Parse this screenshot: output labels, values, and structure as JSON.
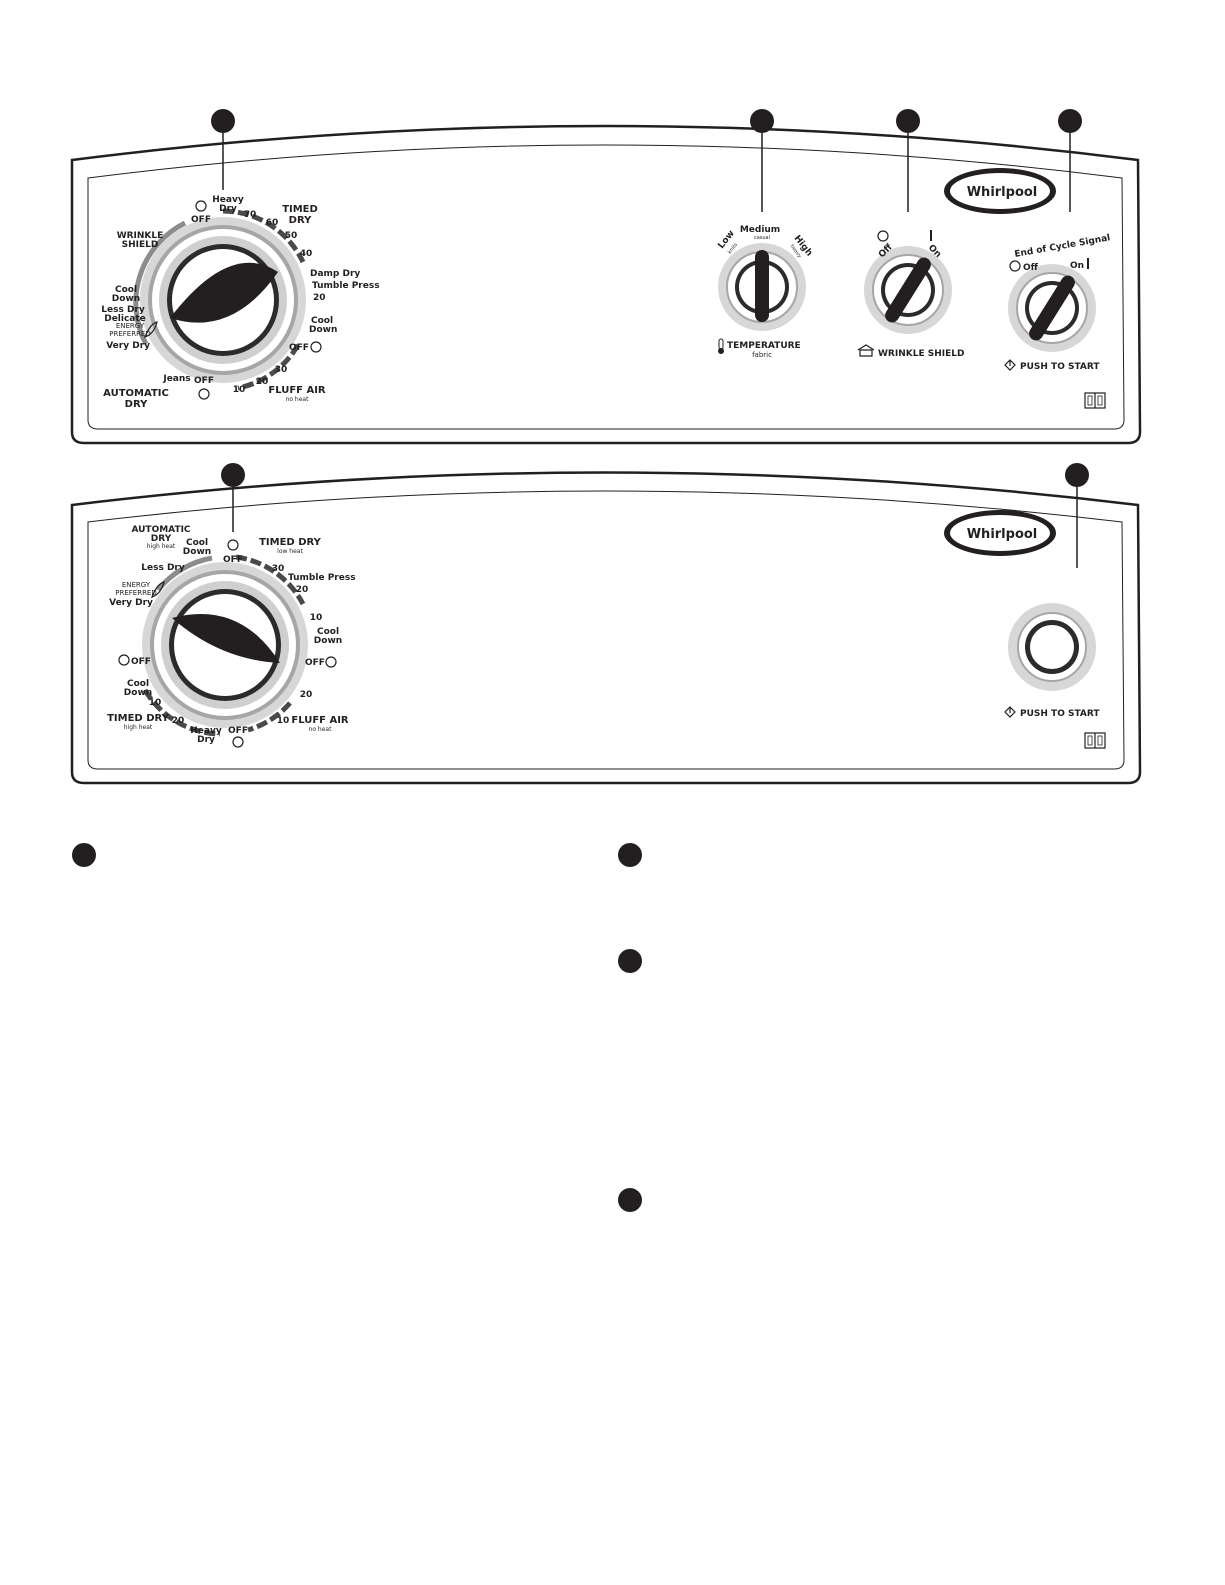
{
  "colors": {
    "ink": "#231f20",
    "ring_light": "#d7d7d7",
    "ring_mid": "#a6a6a6",
    "ring_dark": "#3c3c3c",
    "band": "#5a5a5a",
    "paper": "#ffffff"
  },
  "panel_1": {
    "brand": "Whirlpool",
    "manual_icon": "book-icon",
    "cycle_dial": {
      "labels": {
        "off_top": "OFF",
        "heavy": "Heavy",
        "dry_small": "Dry",
        "t70": "70",
        "t60": "60",
        "timed": "TIMED",
        "timed_dry": "DRY",
        "t50": "50",
        "t40": "40",
        "damp_dry": "Damp Dry",
        "tumble_press": "Tumble Press",
        "t20a": "20",
        "cool": "Cool",
        "down": "Down",
        "off_right": "OFF",
        "t30": "30",
        "t20b": "20",
        "t10": "10",
        "fluff_air": "FLUFF AIR",
        "no_heat": "no heat",
        "off_bottom": "OFF",
        "jeans": "Jeans",
        "automatic": "AUTOMATIC",
        "automatic_dry": "DRY",
        "very_dry": "Very Dry",
        "energy": "ENERGY",
        "preferred": "PREFERRED",
        "delicate": "Delicate",
        "less_dry": "Less Dry",
        "cool2": "Cool",
        "down2": "Down",
        "wrinkle": "WRINKLE",
        "shield": "SHIELD"
      }
    },
    "temperature_dial": {
      "low": "Low",
      "low_sub": "knits",
      "medium": "Medium",
      "medium_sub": "casual",
      "high": "High",
      "high_sub": "heavy",
      "title": "TEMPERATURE",
      "subtitle": "fabric"
    },
    "wrinkle_dial": {
      "off": "Off",
      "on": "On",
      "title": "WRINKLE SHIELD"
    },
    "signal_dial": {
      "title": "End of Cycle Signal",
      "off": "Off",
      "on": "On",
      "push": "PUSH TO START"
    }
  },
  "panel_2": {
    "brand": "Whirlpool",
    "manual_icon": "book-icon",
    "cycle_dial": {
      "labels": {
        "automatic": "AUTOMATIC",
        "automatic_dry": "DRY",
        "high_heat": "high heat",
        "cool": "Cool",
        "down": "Down",
        "off_top": "OFF",
        "timed_dry": "TIMED DRY",
        "low_heat": "low heat",
        "less_dry": "Less Dry",
        "t30": "30",
        "tumble_press": "Tumble Press",
        "t20a": "20",
        "energy": "ENERGY",
        "preferred": "PREFERRED",
        "very_dry": "Very Dry",
        "t10a": "10",
        "cool_r": "Cool",
        "down_r": "Down",
        "off_left": "OFF",
        "off_right": "OFF",
        "cool_l": "Cool",
        "down_l": "Down",
        "t10b": "10",
        "t20b": "20",
        "timed_dry2": "TIMED DRY",
        "high_heat2": "high heat",
        "t20c": "20",
        "heavy": "Heavy",
        "dry_small": "Dry",
        "off_bottom": "OFF",
        "t10c": "10",
        "fluff_air": "FLUFF AIR",
        "no_heat": "no heat"
      }
    },
    "start_button": {
      "push": "PUSH TO START"
    }
  }
}
